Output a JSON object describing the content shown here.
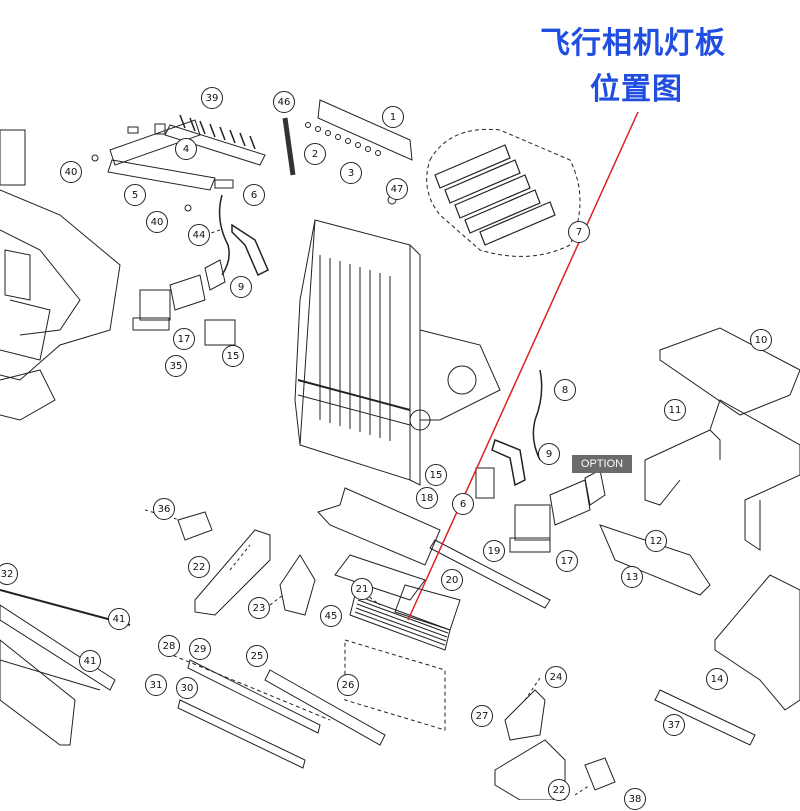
{
  "title": {
    "line1": "飞行相机灯板",
    "line2": "位置图"
  },
  "badge": {
    "option": "OPTION"
  },
  "callouts": [
    {
      "id": "c1",
      "label": "1"
    },
    {
      "id": "c2",
      "label": "2"
    },
    {
      "id": "c3",
      "label": "3"
    },
    {
      "id": "c4",
      "label": "4"
    },
    {
      "id": "c5",
      "label": "5"
    },
    {
      "id": "c6a",
      "label": "6"
    },
    {
      "id": "c6b",
      "label": "6"
    },
    {
      "id": "c7",
      "label": "7"
    },
    {
      "id": "c8",
      "label": "8"
    },
    {
      "id": "c9a",
      "label": "9"
    },
    {
      "id": "c9b",
      "label": "9"
    },
    {
      "id": "c10",
      "label": "10"
    },
    {
      "id": "c11",
      "label": "11"
    },
    {
      "id": "c12",
      "label": "12"
    },
    {
      "id": "c13",
      "label": "13"
    },
    {
      "id": "c14",
      "label": "14"
    },
    {
      "id": "c15a",
      "label": "15"
    },
    {
      "id": "c15b",
      "label": "15"
    },
    {
      "id": "c17a",
      "label": "17"
    },
    {
      "id": "c17b",
      "label": "17"
    },
    {
      "id": "c18",
      "label": "18"
    },
    {
      "id": "c19",
      "label": "19"
    },
    {
      "id": "c20",
      "label": "20"
    },
    {
      "id": "c21",
      "label": "21"
    },
    {
      "id": "c22a",
      "label": "22"
    },
    {
      "id": "c22b",
      "label": "22"
    },
    {
      "id": "c23",
      "label": "23"
    },
    {
      "id": "c24",
      "label": "24"
    },
    {
      "id": "c25",
      "label": "25"
    },
    {
      "id": "c26",
      "label": "26"
    },
    {
      "id": "c27",
      "label": "27"
    },
    {
      "id": "c28",
      "label": "28"
    },
    {
      "id": "c29",
      "label": "29"
    },
    {
      "id": "c30",
      "label": "30"
    },
    {
      "id": "c31",
      "label": "31"
    },
    {
      "id": "c32",
      "label": "32"
    },
    {
      "id": "c35",
      "label": "35"
    },
    {
      "id": "c36",
      "label": "36"
    },
    {
      "id": "c37",
      "label": "37"
    },
    {
      "id": "c38",
      "label": "38"
    },
    {
      "id": "c39",
      "label": "39"
    },
    {
      "id": "c40a",
      "label": "40"
    },
    {
      "id": "c40b",
      "label": "40"
    },
    {
      "id": "c41a",
      "label": "41"
    },
    {
      "id": "c41b",
      "label": "41"
    },
    {
      "id": "c44",
      "label": "44"
    },
    {
      "id": "c45",
      "label": "45"
    },
    {
      "id": "c46",
      "label": "46"
    },
    {
      "id": "c47",
      "label": "47"
    }
  ],
  "colors": {
    "title": "#1f4ee0",
    "pointer": "#e02020",
    "line": "#222222",
    "badge_bg": "#6b6b6b"
  }
}
